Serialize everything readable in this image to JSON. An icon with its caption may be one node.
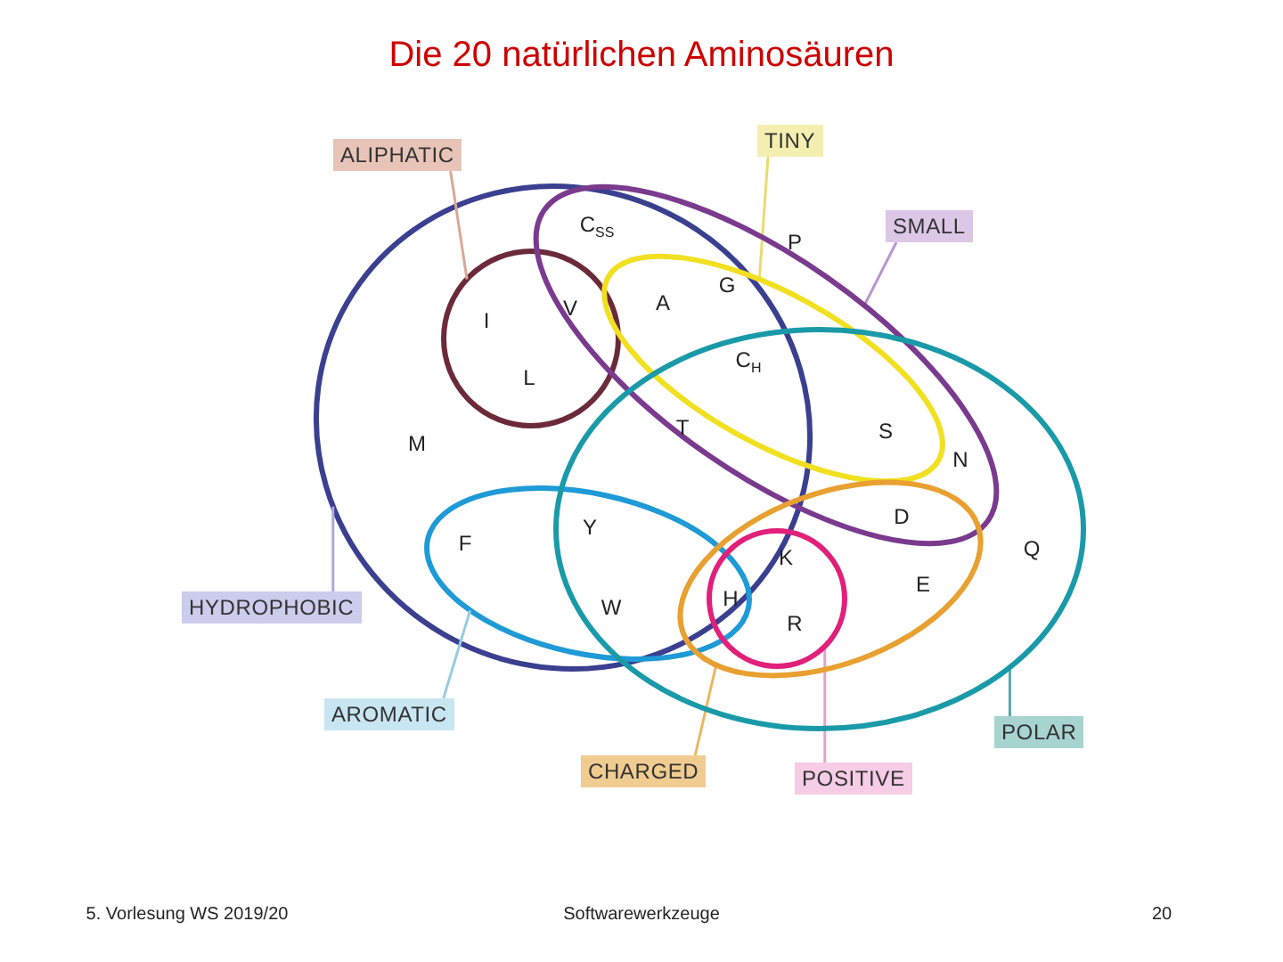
{
  "diagram": {
    "title": "Die 20 natürlichen Aminosäuren",
    "nodes": [
      {
        "text": [
          "ALIPHATIC"
        ]
      },
      {
        "text": [
          "TINY"
        ]
      },
      {
        "text": [
          "SMALL"
        ]
      },
      {
        "text": [
          "HYDROPHOBIC"
        ]
      },
      {
        "text": [
          "AROMATIC"
        ]
      },
      {
        "text": [
          "POLAR"
        ]
      },
      {
        "text": [
          "CHARGED"
        ]
      },
      {
        "text": [
          "POSITIVE"
        ]
      },
      {
        "text": [],
        "shape": "ellipse"
      },
      {
        "text": [],
        "shape": "ellipse",
        "in": 8
      },
      {
        "text": [],
        "shape": "circle",
        "in": 8
      },
      {
        "text": [],
        "shape": "ellipse"
      },
      {
        "text": [],
        "shape": "ellipse"
      },
      {
        "text": [],
        "shape": "ellipse",
        "in": 11
      },
      {
        "text": [],
        "shape": "ellipse",
        "in": 12
      },
      {
        "text": [],
        "shape": "circle",
        "in": 14
      }
    ],
    "edges": [
      {
        "from": 0,
        "to": 10,
        "arrow": "none",
        "color": "#d8a898"
      },
      {
        "from": 1,
        "to": 13,
        "arrow": "none",
        "color": "#e8dc70"
      },
      {
        "from": 2,
        "to": 11,
        "arrow": "none",
        "color": "#b898cc"
      },
      {
        "from": 3,
        "to": 8,
        "arrow": "none",
        "color": "#a8a8d8"
      },
      {
        "from": 4,
        "to": 9,
        "arrow": "none",
        "color": "#98cce4"
      },
      {
        "from": 5,
        "to": 12,
        "arrow": "none",
        "color": "#5aaaa8"
      },
      {
        "from": 6,
        "to": 14,
        "arrow": "none",
        "color": "#e8b860"
      },
      {
        "from": 7,
        "to": 15,
        "arrow": "none",
        "color": "#e8a0cc"
      }
    ],
    "labels": [
      "C$_{SS}$",
      "P",
      "I",
      "V",
      "A",
      "G",
      "C$_{H}$",
      "L",
      "T",
      "S",
      "M",
      "N",
      "D",
      "Y",
      "F",
      "K",
      "Q",
      "E",
      "H",
      "W",
      "R",
      "5. Vorlesung WS 2019/20",
      "Softwarewerkzeuge",
      "20"
    ]
  }
}
